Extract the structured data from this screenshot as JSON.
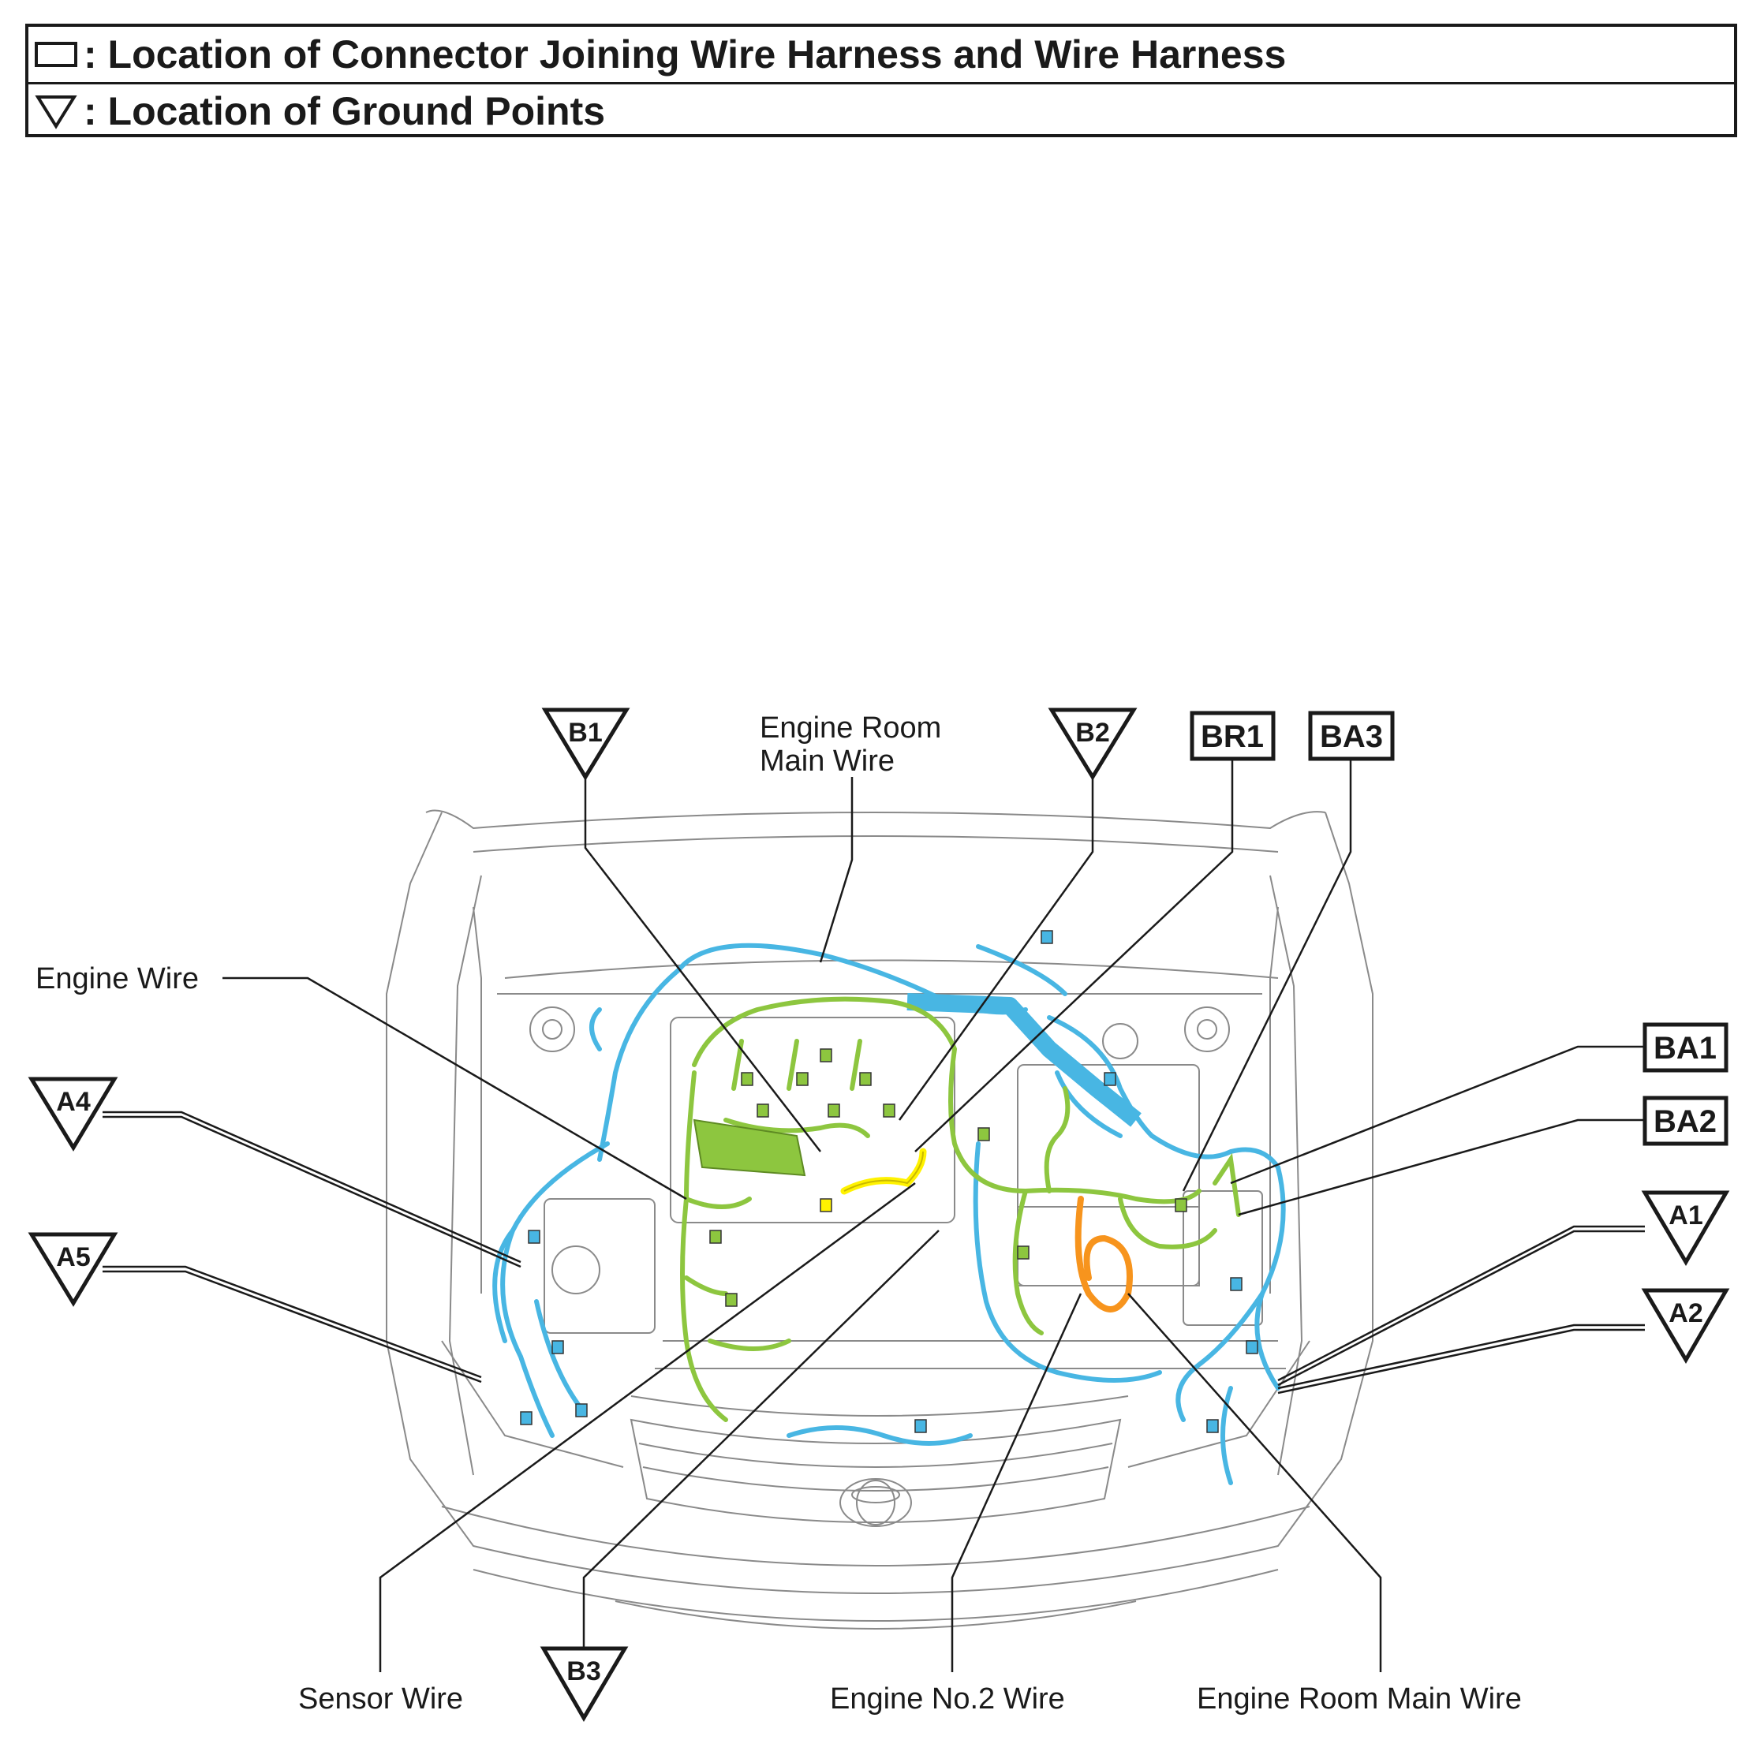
{
  "legend": {
    "connector_text": ": Location of Connector Joining Wire Harness and Wire Harness",
    "ground_text": ": Location of Ground Points"
  },
  "ground_points": {
    "b1": "B1",
    "b2": "B2",
    "b3": "B3",
    "a1": "A1",
    "a2": "A2",
    "a4": "A4",
    "a5": "A5"
  },
  "connectors": {
    "br1": "BR1",
    "ba3": "BA3",
    "ba1": "BA1",
    "ba2": "BA2"
  },
  "wire_labels": {
    "engine_room_main_top_line1": "Engine Room",
    "engine_room_main_top_line2": "Main Wire",
    "engine_wire": "Engine Wire",
    "sensor_wire": "Sensor Wire",
    "engine_no2_wire": "Engine No.2 Wire",
    "engine_room_main_bottom": "Engine Room Main Wire"
  },
  "colors": {
    "engine_room_main_wire": "#48b6e3",
    "engine_wire": "#8dc63f",
    "engine_no2_wire": "#f7941d",
    "sensor_wire": "#fff200",
    "outline": "#1a1a1a",
    "car_line": "#8a8a8a"
  }
}
